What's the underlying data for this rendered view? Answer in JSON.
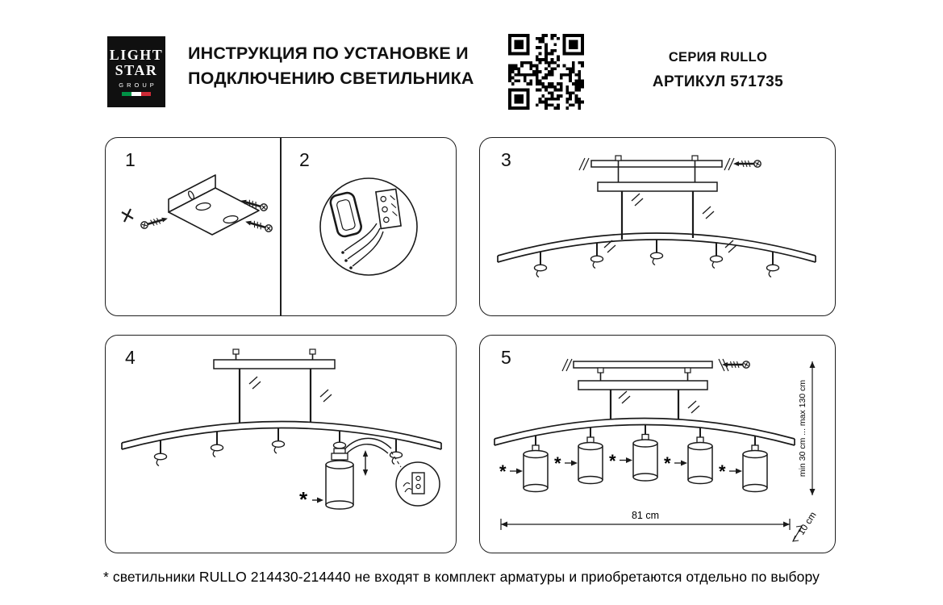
{
  "header": {
    "logo": {
      "line1": "LIGHT",
      "line2": "STAR",
      "line3": "GROUP",
      "flag_colors": [
        "#009246",
        "#ffffff",
        "#ce2b37"
      ]
    },
    "title_line1": "ИНСТРУКЦИЯ ПО УСТАНОВКЕ И",
    "title_line2": "ПОДКЛЮЧЕНИЮ СВЕТИЛЬНИКА",
    "series_label": "СЕРИЯ RULLO",
    "article_label": "АРТИКУЛ 571735",
    "qr_icon": "qr-code"
  },
  "steps": {
    "s1": {
      "number": "1"
    },
    "s2": {
      "number": "2"
    },
    "s3": {
      "number": "3"
    },
    "s4": {
      "number": "4",
      "asterisk": "*"
    },
    "s5": {
      "number": "5",
      "asterisk": "*",
      "dim_width": "81 cm",
      "dim_suspension": "min 30 cm ... max 130 cm",
      "dim_offset": "10 cm"
    }
  },
  "footnote": "* светильники RULLO 214430-214440 не входят в комплект арматуры и приобретаются отдельно по выбору"
}
